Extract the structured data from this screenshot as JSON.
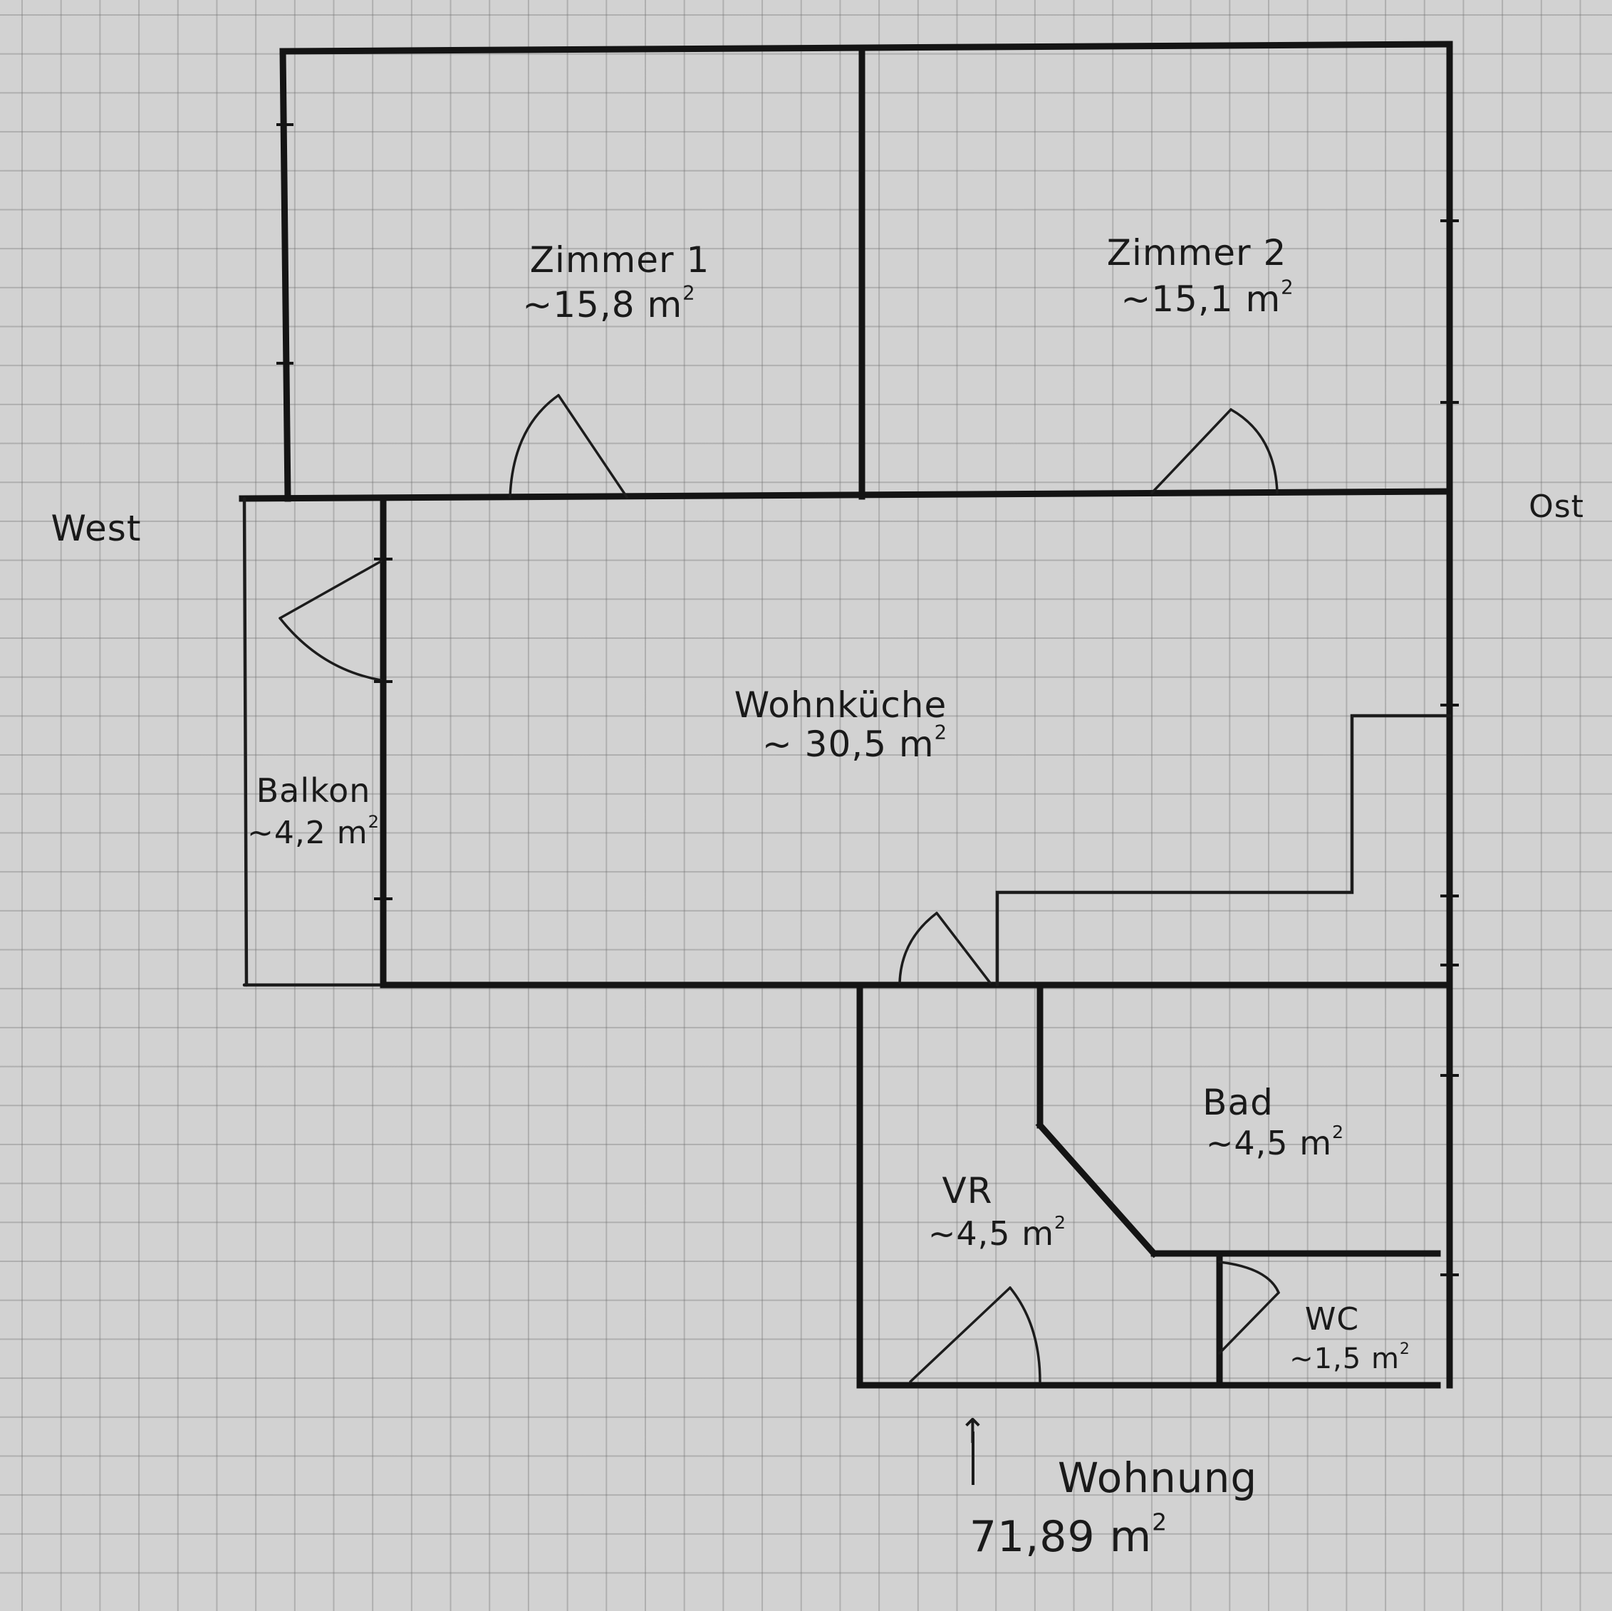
{
  "directions": {
    "west": "West",
    "east": "Ost"
  },
  "rooms": {
    "zimmer1": {
      "name": "Zimmer 1",
      "area": "~15,8 m",
      "unit_exp": "2"
    },
    "zimmer2": {
      "name": "Zimmer 2",
      "area": "~15,1 m",
      "unit_exp": "2"
    },
    "wohnkueche": {
      "name": "Wohnküche",
      "area": "~ 30,5 m",
      "unit_exp": "2"
    },
    "balkon": {
      "name": "Balkon",
      "area": "~4,2 m",
      "unit_exp": "2"
    },
    "bad": {
      "name": "Bad",
      "area": "~4,5 m",
      "unit_exp": "2"
    },
    "vr": {
      "name": "VR",
      "area": "~4,5 m",
      "unit_exp": "2"
    },
    "wc": {
      "name": "WC",
      "area": "~1,5 m",
      "unit_exp": "2"
    }
  },
  "apartment": {
    "name": "Wohnung",
    "area": "71,89 m",
    "unit_exp": "2",
    "entrance_arrow": "↑"
  },
  "colors": {
    "paper": "#d2d2d2",
    "grid": "#8a8a8a",
    "ink": "#141414"
  }
}
